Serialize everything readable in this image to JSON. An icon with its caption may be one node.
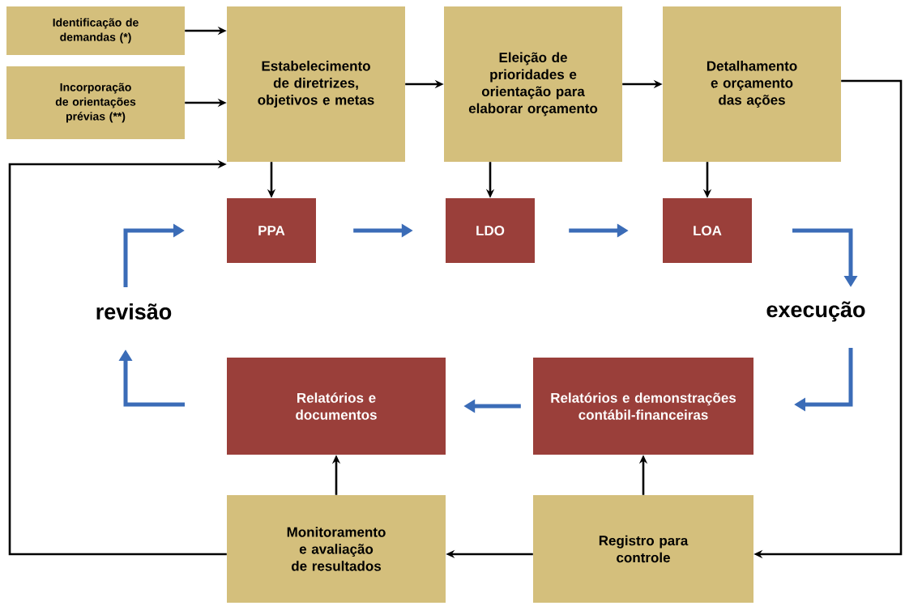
{
  "diagram": {
    "nodes": [
      {
        "text": [
          "Identificação de demandas (*)"
        ]
      },
      {
        "text": [
          "Incorporação de orientações prévias (**)"
        ]
      },
      {
        "text": [
          "Estabelecimento de diretrizes, objetivos e metas"
        ]
      },
      {
        "text": [
          "Eleição de prioridades e orientação para elaborar orçamento"
        ]
      },
      {
        "text": [
          "Detalhamento e orçamento das ações"
        ]
      },
      {
        "text": [
          "PPA"
        ]
      },
      {
        "text": [
          "LDO"
        ]
      },
      {
        "text": [
          "LOA"
        ]
      },
      {
        "text": [
          "Relatórios e documentos"
        ]
      },
      {
        "text": [
          "Relatórios e demonstrações contábil-financeiras"
        ]
      },
      {
        "text": [
          "Monitoramento e avaliação de resultados"
        ]
      },
      {
        "text": [
          "Registro para controle"
        ]
      }
    ],
    "edges": [
      {
        "from": 0,
        "to": 2,
        "arrow": "to"
      },
      {
        "from": 1,
        "to": 2,
        "arrow": "to"
      },
      {
        "from": 2,
        "to": 3,
        "arrow": "to"
      },
      {
        "from": 3,
        "to": 4,
        "arrow": "to"
      },
      {
        "from": 2,
        "to": 5,
        "arrow": "to"
      },
      {
        "from": 3,
        "to": 6,
        "arrow": "to"
      },
      {
        "from": 4,
        "to": 7,
        "arrow": "to"
      },
      {
        "from": 5,
        "to": 6,
        "arrow": "to",
        "style": "thick",
        "color": "#3b6cb7"
      },
      {
        "from": 6,
        "to": 7,
        "arrow": "to",
        "style": "thick",
        "color": "#3b6cb7"
      },
      {
        "from": 4,
        "to": 11,
        "arrow": "to"
      },
      {
        "from": 11,
        "to": 10,
        "arrow": "to"
      },
      {
        "from": 10,
        "to": 2,
        "arrow": "to"
      },
      {
        "from": 11,
        "to": 9,
        "arrow": "to"
      },
      {
        "from": 10,
        "to": 8,
        "arrow": "to"
      },
      {
        "from": 9,
        "to": 8,
        "arrow": "to",
        "style": "thick",
        "color": "#3b6cb7"
      }
    ],
    "labels": [
      "revisão",
      "execução"
    ]
  }
}
